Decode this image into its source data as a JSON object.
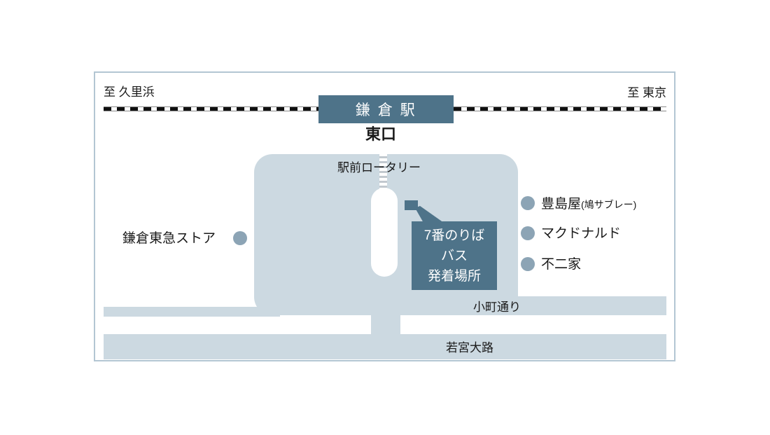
{
  "map": {
    "station": {
      "name": "鎌 倉 駅",
      "exit": "東口"
    },
    "directions": {
      "left": "至 久里浜",
      "right": "至 東京"
    },
    "rotary_label": "駅前ロータリー",
    "bus_stop_callout": {
      "line1": "7番のりば",
      "line2": "バス",
      "line3": "発着場所"
    },
    "left_landmark": {
      "label": "鎌倉東急ストア"
    },
    "right_landmarks": [
      {
        "label": "豊島屋",
        "sub": "(鳩サブレー)"
      },
      {
        "label": "マクドナルド",
        "sub": ""
      },
      {
        "label": "不二家",
        "sub": ""
      }
    ],
    "streets": {
      "komachi": "小町通り",
      "wakamiya": "若宮大路"
    },
    "colors": {
      "accent": "#4e7389",
      "road": "#ccd9e1",
      "landmark_dot": "#8ca4b5",
      "frame_border": "#b3c6d3",
      "railway_dark": "#101010"
    }
  }
}
